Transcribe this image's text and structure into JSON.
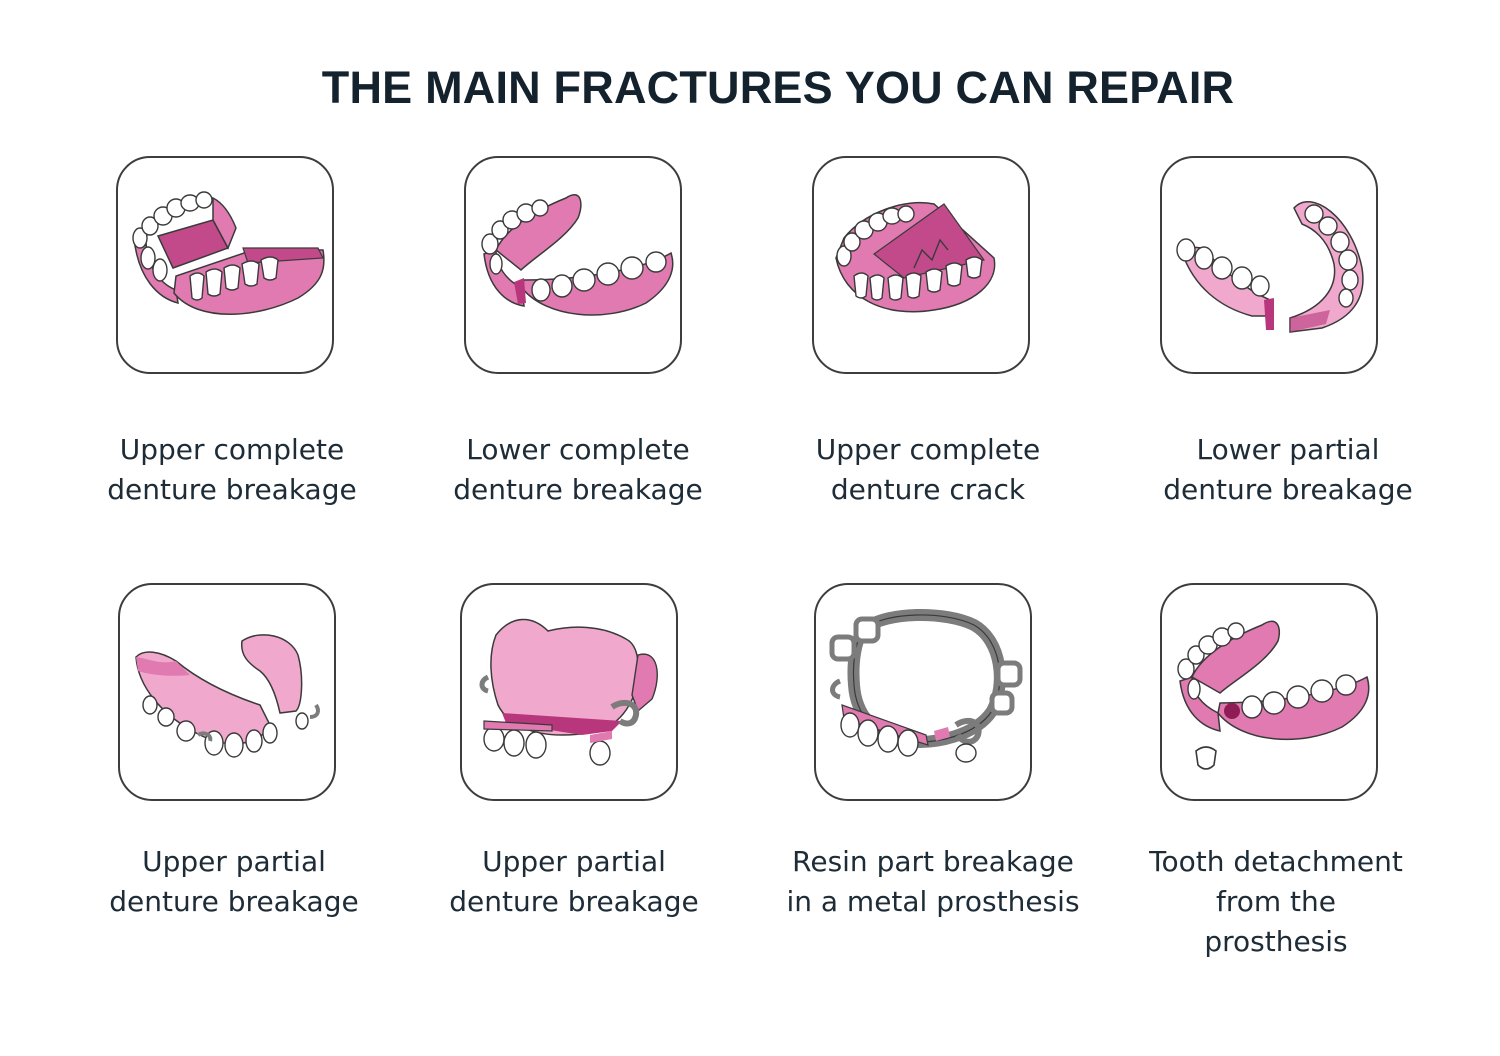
{
  "title": "THE MAIN FRACTURES YOU CAN REPAIR",
  "colors": {
    "gum_pink": "#e07ab0",
    "light_pink": "#f0a9cd",
    "dark_pink": "#b8377c",
    "tooth": "#ffffff",
    "outline": "#3a3a3a",
    "metal": "#7c7c7c"
  },
  "items": [
    {
      "icon": "upper-complete-denture-breakage-icon",
      "label": "Upper complete\ndenture breakage"
    },
    {
      "icon": "lower-complete-denture-breakage-icon",
      "label": "Lower complete\ndenture breakage"
    },
    {
      "icon": "upper-complete-denture-crack-icon",
      "label": "Upper complete\ndenture crack"
    },
    {
      "icon": "lower-partial-denture-breakage-icon",
      "label": "Lower partial\ndenture breakage"
    },
    {
      "icon": "upper-partial-denture-breakage-icon",
      "label": "Upper partial\ndenture breakage"
    },
    {
      "icon": "upper-partial-palate-breakage-icon",
      "label": "Upper partial\ndenture breakage"
    },
    {
      "icon": "metal-prosthesis-resin-breakage-icon",
      "label": "Resin part breakage\nin a metal prosthesis"
    },
    {
      "icon": "tooth-detachment-icon",
      "label": "Tooth detachment\nfrom the\nprosthesis"
    }
  ]
}
